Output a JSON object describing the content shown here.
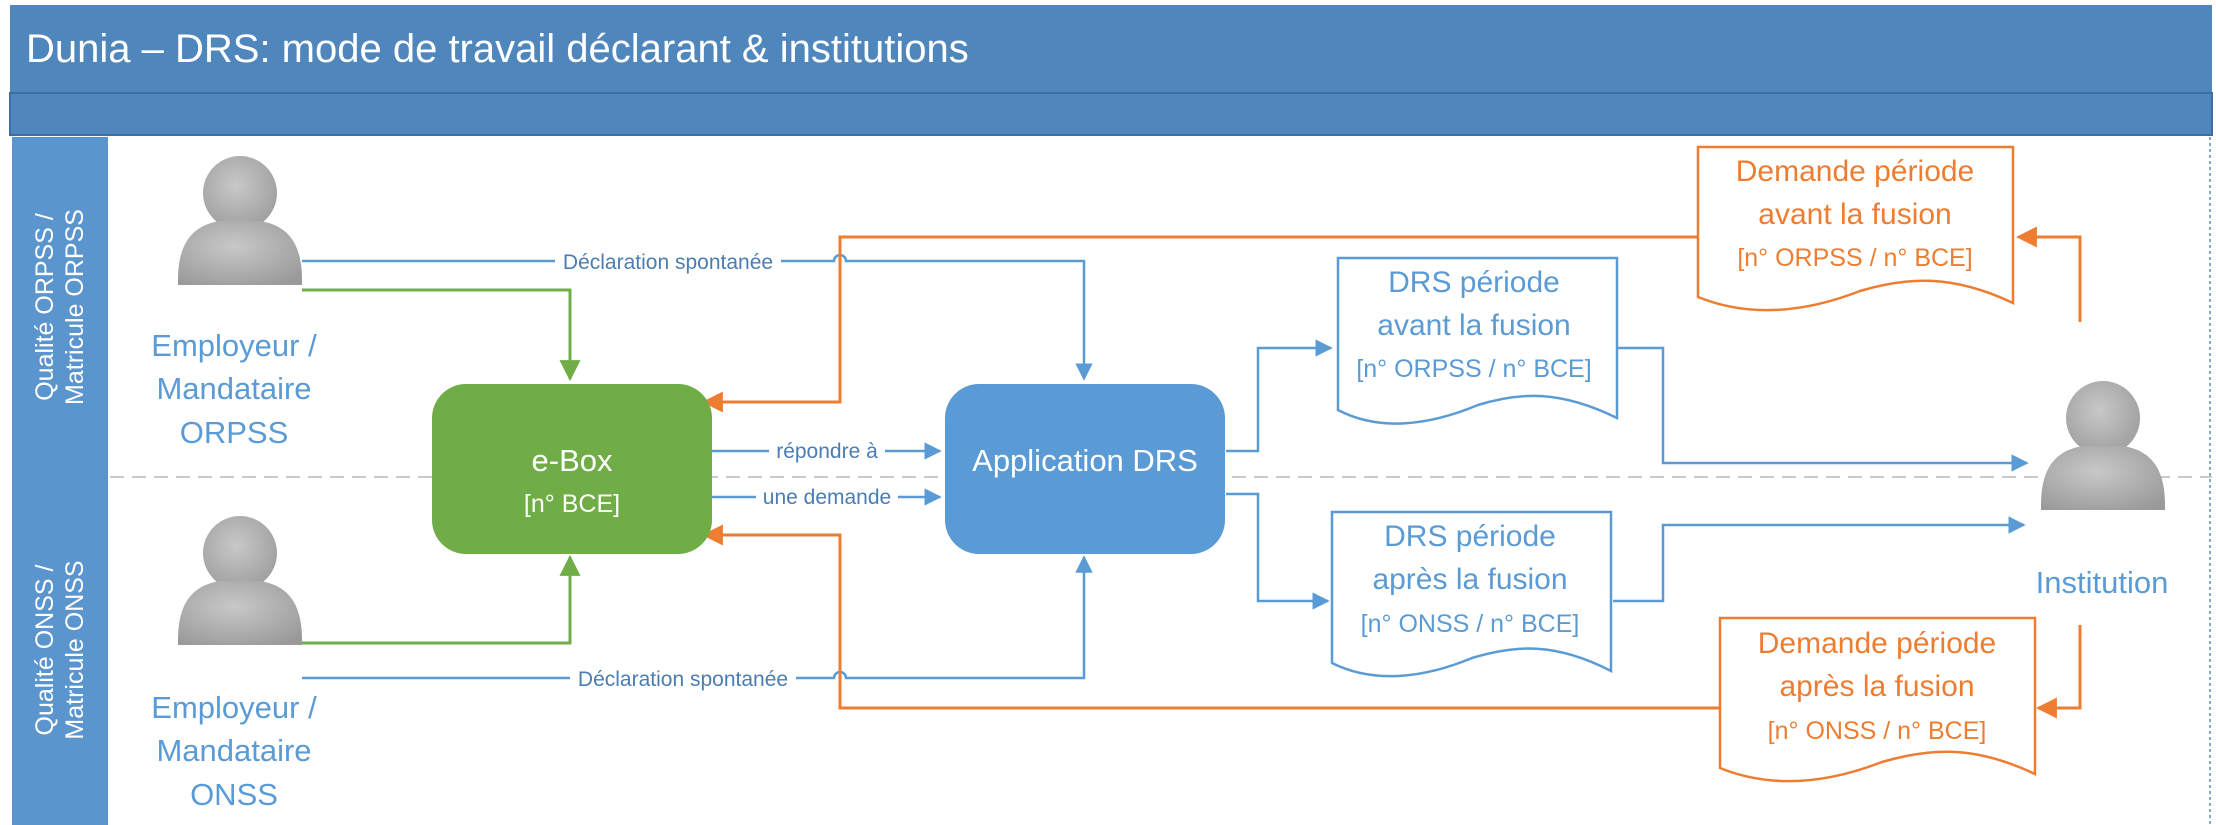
{
  "title": "Dunia – DRS: mode de travail déclarant & institutions",
  "lanes": {
    "top": [
      "Qualité ORPSS /",
      "Matricule ORPSS"
    ],
    "bottom": [
      "Qualité ONSS /",
      "Matricule ONSS"
    ]
  },
  "actors": {
    "employer_orpss": [
      "Employeur /",
      "Mandataire",
      "ORPSS"
    ],
    "employer_onss": [
      "Employeur /",
      "Mandataire",
      "ONSS"
    ],
    "institution": "Institution"
  },
  "ebox": {
    "title": "e-Box",
    "sub": "[n° BCE]"
  },
  "app": "Application DRS",
  "docs": {
    "drs_before": {
      "lines": [
        "DRS période",
        "avant la fusion"
      ],
      "sub": "[n° ORPSS / n° BCE]"
    },
    "drs_after": {
      "lines": [
        "DRS période",
        "après la fusion"
      ],
      "sub": "[n° ONSS / n° BCE]"
    },
    "req_before": {
      "lines": [
        "Demande période",
        "avant la fusion"
      ],
      "sub": "[n° ORPSS / n° BCE]"
    },
    "req_after": {
      "lines": [
        "Demande période",
        "après la fusion"
      ],
      "sub": "[n° ONSS / n° BCE]"
    }
  },
  "edges": {
    "spont_top": "Déclaration spontanée",
    "spont_bottom": "Déclaration spontanée",
    "respond": "répondre à",
    "request": "une demande"
  },
  "colors": {
    "header": "#4f87bd",
    "header_dark": "#3b6fa3",
    "lane": "#5b95cd",
    "blue": "#5b9bd5",
    "green": "#70ad47",
    "orange": "#ed7d31",
    "gray": "#a6a6a6"
  }
}
